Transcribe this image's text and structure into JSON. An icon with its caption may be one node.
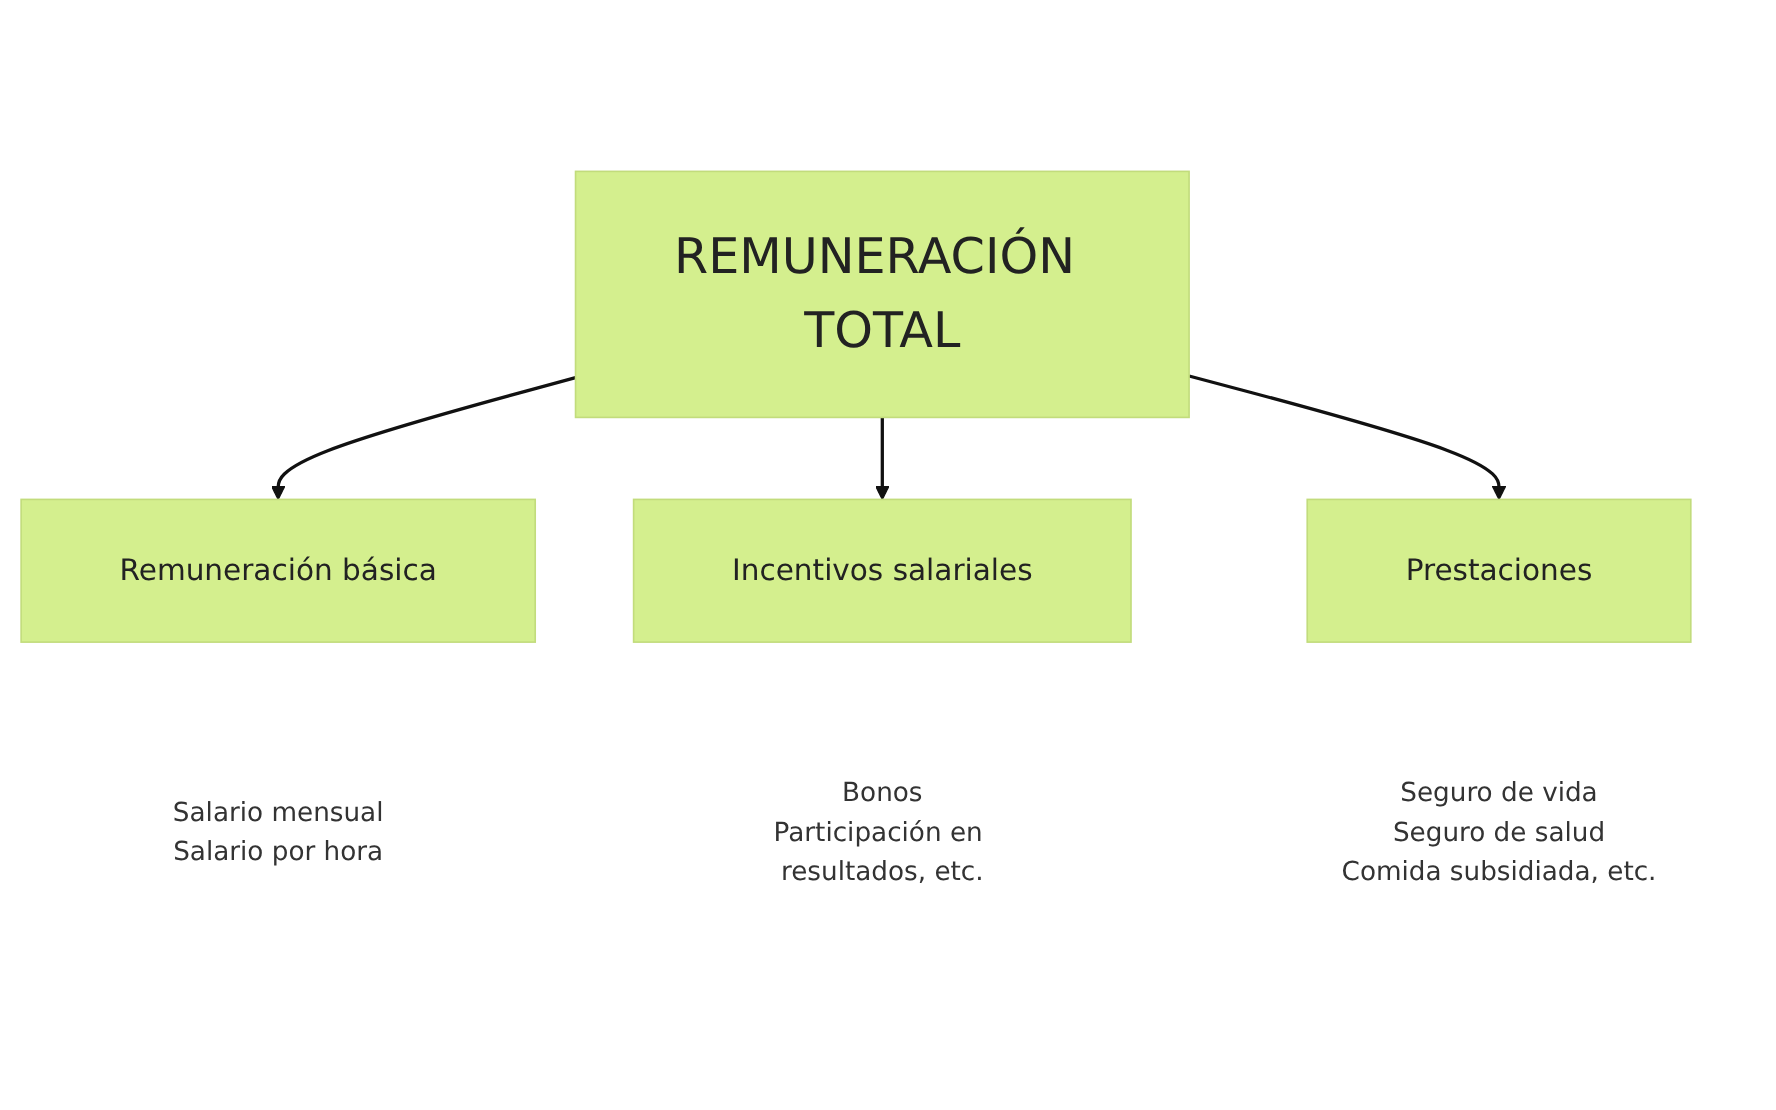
{
  "diagram": {
    "nodes": [
      {
        "text": [
          "REMUNERACIÓN TOTAL"
        ]
      },
      {
        "text": [
          "Remuneración básica"
        ],
        "beside": [
          "Salario mensual",
          "Salario por hora"
        ]
      },
      {
        "text": [
          "Incentivos salariales"
        ],
        "beside": [
          "Bonos",
          "Participación en resultados, etc."
        ]
      },
      {
        "text": [
          "Prestaciones"
        ],
        "beside": [
          "Seguro de vida",
          "Seguro de salud",
          "Comida subsidiada, etc."
        ]
      }
    ],
    "edges": [
      {
        "from": 0,
        "to": 1,
        "arrow": "to"
      },
      {
        "from": 0,
        "to": 2,
        "arrow": "to"
      },
      {
        "from": 0,
        "to": 3,
        "arrow": "to"
      }
    ]
  }
}
